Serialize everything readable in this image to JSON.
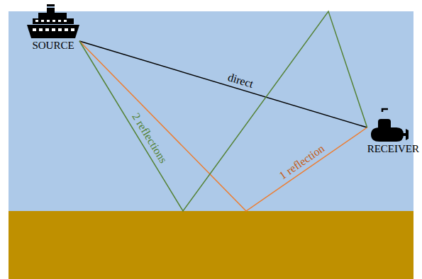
{
  "diagram": {
    "nodes": [
      {
        "text": [
          "SOURCE"
        ]
      },
      {
        "text": [
          "RECEIVER"
        ]
      }
    ],
    "edges": [
      {
        "from": 0,
        "to": 1,
        "arrow": "none",
        "label": "direct"
      },
      {
        "from": 0,
        "to": 1,
        "arrow": "none",
        "label": "1 reflection"
      },
      {
        "from": 0,
        "to": 1,
        "arrow": "none",
        "label": "2 reflections"
      }
    ]
  }
}
